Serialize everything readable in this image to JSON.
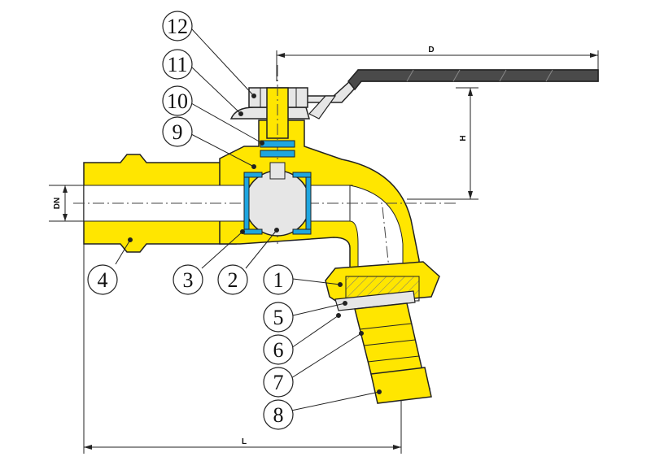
{
  "callouts": [
    {
      "id": "1",
      "label": "1"
    },
    {
      "id": "2",
      "label": "2"
    },
    {
      "id": "3",
      "label": "3"
    },
    {
      "id": "4",
      "label": "4"
    },
    {
      "id": "5",
      "label": "5"
    },
    {
      "id": "6",
      "label": "6"
    },
    {
      "id": "7",
      "label": "7"
    },
    {
      "id": "8",
      "label": "8"
    },
    {
      "id": "9",
      "label": "9"
    },
    {
      "id": "10",
      "label": "10"
    },
    {
      "id": "11",
      "label": "11"
    },
    {
      "id": "12",
      "label": "12"
    }
  ],
  "dimensions": {
    "d": "D",
    "h": "H",
    "dn": "DN",
    "l": "L"
  },
  "colors": {
    "brass": "#ffe600",
    "seal": "#1fa6e0",
    "handle": "#4a4a4a",
    "steel": "#e6e6e6",
    "outline": "#222222"
  }
}
